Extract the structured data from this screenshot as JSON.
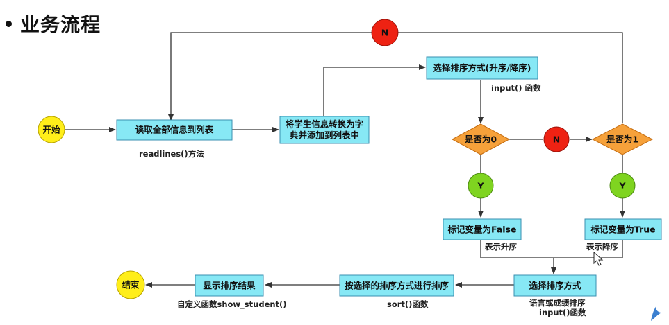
{
  "title": "业务流程",
  "nodes": {
    "start": "开始",
    "read_all": "读取全部信息到列表",
    "convert_line1": "将学生信息转换为字",
    "convert_line2": "典并添加到列表中",
    "choose_sort": "选择排序方式(升序/降序)",
    "is_zero": "是否为0",
    "is_one": "是否为1",
    "no_mid": "N",
    "no_top": "N",
    "yes_left": "Y",
    "yes_right": "Y",
    "flag_false": "标记变量为False",
    "flag_true": "标记变量为True",
    "choose_method": "选择排序方式",
    "do_sort": "按选择的排序方式进行排序",
    "show_result": "显示排序结果",
    "end": "结束"
  },
  "captions": {
    "readlines": "readlines()方法",
    "input_func": "input() 函数",
    "ascending": "表示升序",
    "descending": "表示降序",
    "lang_or_score": "语言或成绩排序",
    "input_func2": "input()函数",
    "sort_func": "sort()函数",
    "custom_func": "自定义函数show_student()"
  },
  "colors": {
    "box": "#87e8f5",
    "decision": "#f6a13a",
    "terminal": "#ffee1a",
    "no": "#ee2213",
    "yes": "#7fd420"
  }
}
